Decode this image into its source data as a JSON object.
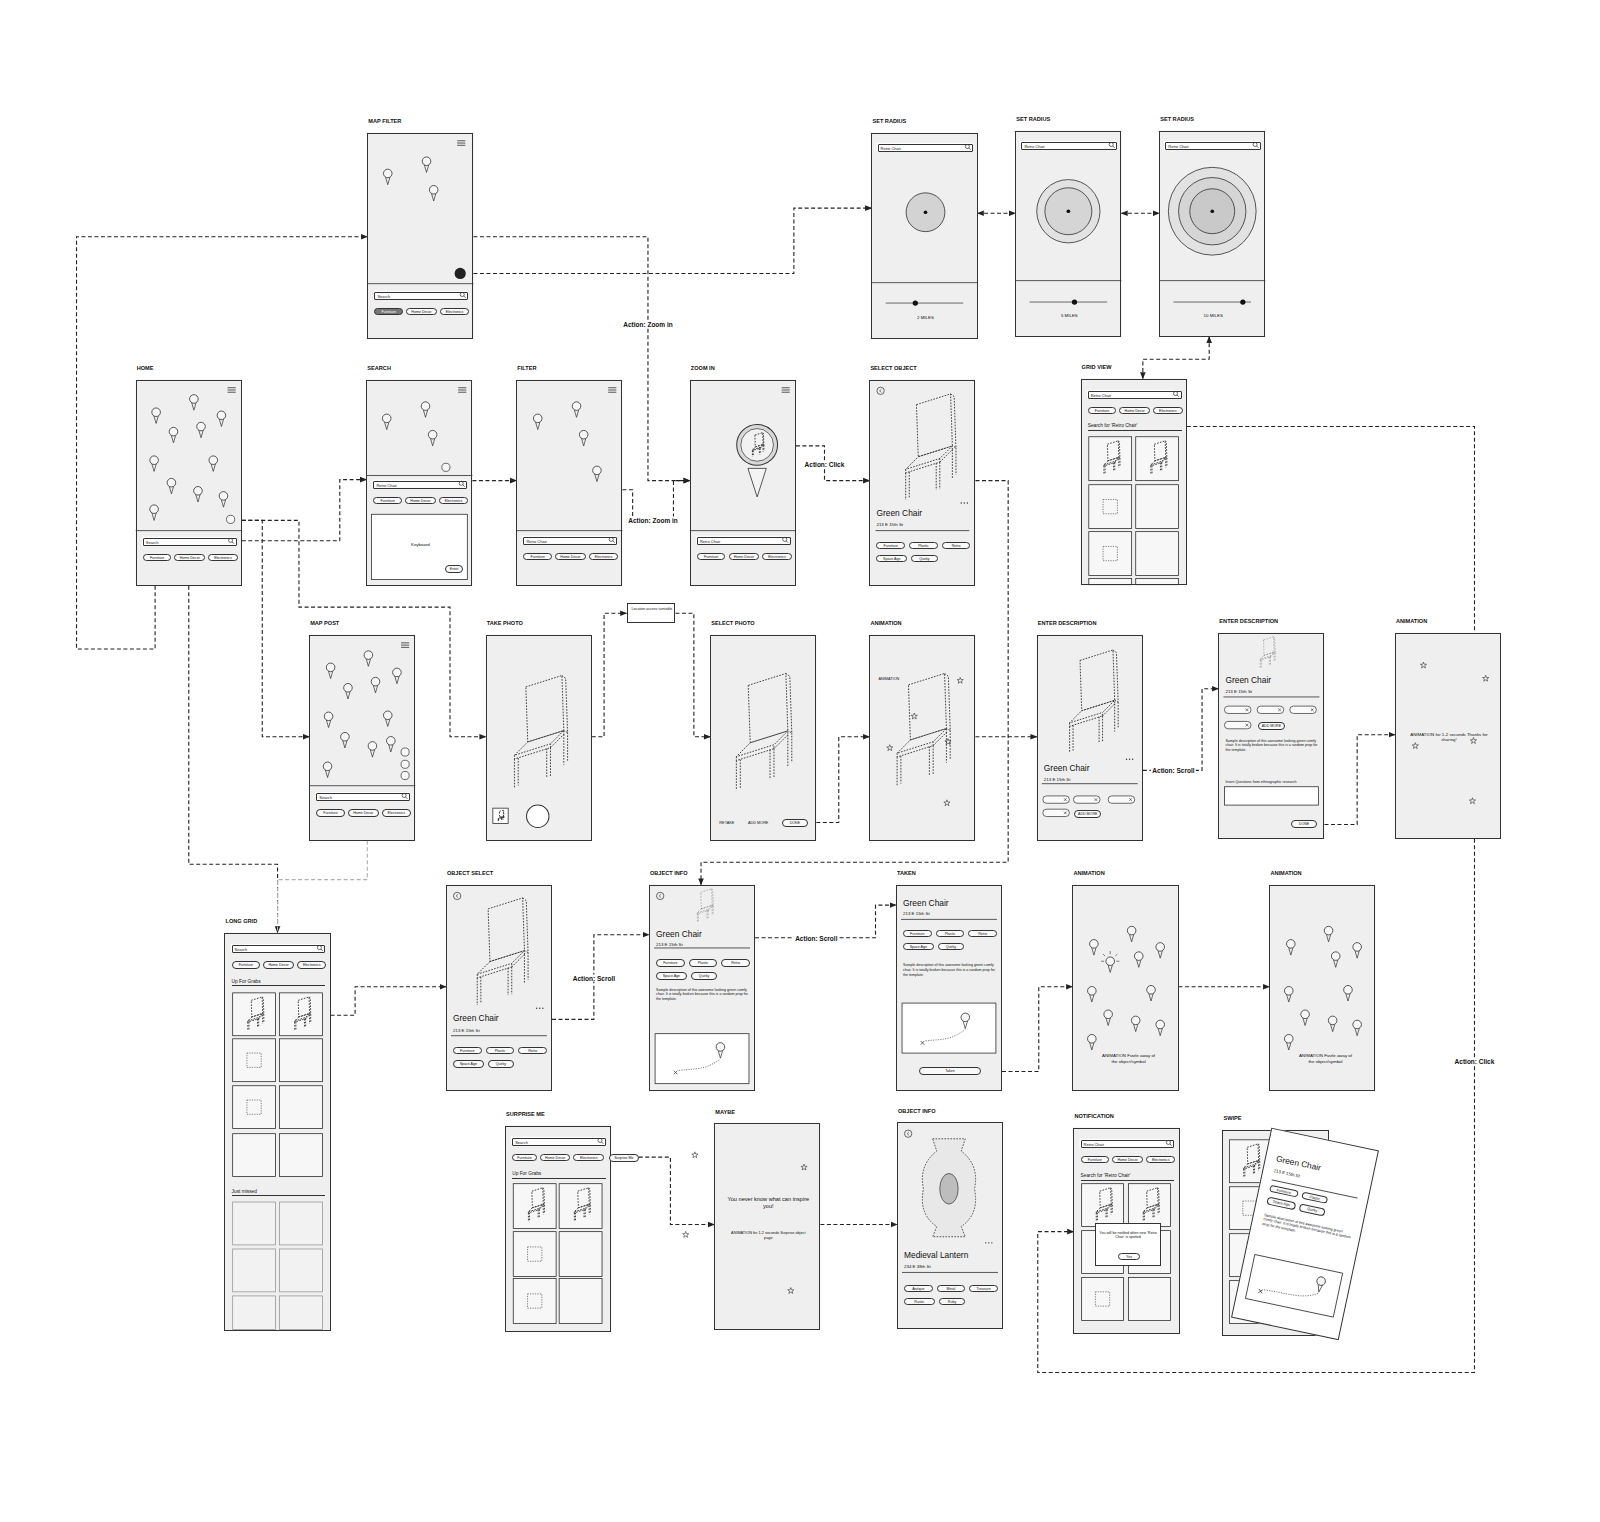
{
  "diagram": {
    "nodes": [
      {
        "text": [
          "MAP FILTER",
          "Search",
          "Furniture",
          "Home Decor",
          "Electronics"
        ]
      },
      {
        "text": [
          "SET RADIUS",
          "Retro Chair",
          "2 MILES"
        ]
      },
      {
        "text": [
          "SET RADIUS",
          "Retro Chair",
          "5 MILES"
        ]
      },
      {
        "text": [
          "SET RADIUS",
          "Retro Chair",
          "10 MILES"
        ]
      },
      {
        "text": [
          "HOME",
          "Search",
          "Furniture",
          "Home Decor",
          "Electronics"
        ]
      },
      {
        "text": [
          "SEARCH",
          "Retro Chair",
          "Furniture",
          "Home Decor",
          "Electronics",
          "Keyboard",
          "Enter"
        ]
      },
      {
        "text": [
          "FILTER",
          "Retro Chair",
          "Furniture",
          "Home Decor",
          "Electronics"
        ]
      },
      {
        "text": [
          "ZOOM IN",
          "Retro Chair",
          "Furniture",
          "Home Decor",
          "Electronics"
        ]
      },
      {
        "text": [
          "SELECT OBJECT",
          "Green Chair",
          "213 E 15th St",
          "Furniture",
          "Plastic",
          "Retro",
          "Space Age",
          "Quirky"
        ]
      },
      {
        "text": [
          "GRID VIEW",
          "Retro Chair",
          "Furniture",
          "Home Decor",
          "Electronics",
          "Search for 'Retro Chair'"
        ]
      },
      {
        "text": [
          "MAP POST",
          "Search",
          "Furniture",
          "Home Decor",
          "Electronics"
        ]
      },
      {
        "text": [
          "TAKE PHOTO"
        ]
      },
      {
        "text": [
          "Location access turntable"
        ]
      },
      {
        "text": [
          "SELECT PHOTO",
          "RETAKE",
          "ADD MORE",
          "DONE"
        ]
      },
      {
        "text": [
          "ANIMATION",
          "ANIMATION"
        ]
      },
      {
        "text": [
          "ENTER DESCRIPTION",
          "Green Chair",
          "213 E 15th St",
          "ADD MORE"
        ]
      },
      {
        "text": [
          "ENTER DESCRIPTION",
          "Green Chair",
          "213 E 15th St",
          "ADD MORE",
          "Sample description of this awesome looking green comfy chair. It is totally broken because this is a random prop for the template.",
          "Insert Questions from ethnographic research",
          "DONE"
        ]
      },
      {
        "text": [
          "ANIMATION",
          "ANIMATION for 1-2 seconds Thanks for sharing!"
        ]
      },
      {
        "text": [
          "LONG GRID",
          "Search",
          "Furniture",
          "Home Decor",
          "Electronics",
          "Up For Grabs",
          "Just missed"
        ]
      },
      {
        "text": [
          "OBJECT SELECT",
          "Green Chair",
          "213 E 15th St",
          "Furniture",
          "Plastic",
          "Retro",
          "Space Age",
          "Quirky"
        ]
      },
      {
        "text": [
          "OBJECT INFO",
          "Green Chair",
          "213 E 15th St",
          "Furniture",
          "Plastic",
          "Retro",
          "Space Age",
          "Quirky",
          "Sample description of this awesome looking green comfy chair. It is totally broken because this is a random prop for the template."
        ]
      },
      {
        "text": [
          "TAKEN",
          "Green Chair",
          "213 E 15th St",
          "Furniture",
          "Plastic",
          "Retro",
          "Space Age",
          "Quirky",
          "Sample description of this awesome looking green comfy chair. It is totally broken because this is a random prop for the template.",
          "Taken"
        ]
      },
      {
        "text": [
          "ANIMATION",
          "ANIMATION Fizzle away of the object/symbol"
        ]
      },
      {
        "text": [
          "ANIMATION",
          "ANIMATION Fizzle away of the object/symbol"
        ]
      },
      {
        "text": [
          "SURPRISE ME",
          "Search",
          "Furniture",
          "Home Decor",
          "Electronics",
          "Up For Grabs"
        ]
      },
      {
        "text": [
          "Surprise Me"
        ],
        "in": 24
      },
      {
        "text": [
          "MAYBE",
          "You never know what can inspire you!",
          "ANIMATION for 1-2 seconds Surprise object page"
        ]
      },
      {
        "text": [
          "OBJECT INFO",
          "Medieval Lantern",
          "234 E 38th St",
          "Antique",
          "Metal",
          "Treasure",
          "Rustic",
          "Ruby"
        ]
      },
      {
        "text": [
          "NOTIFICATION",
          "Retro Chair",
          "Furniture",
          "Home Decor",
          "Electronics",
          "Search for 'Retro Chair'"
        ]
      },
      {
        "text": [
          "You will be notified when new 'Retro Chair' is spotted",
          "Yes"
        ],
        "in": 28
      },
      {
        "text": [
          "SWIPE"
        ]
      },
      {
        "text": [
          "Green Chair",
          "213 E 15th St",
          "Furniture",
          "Plastic",
          "Space Age",
          "Quirky",
          "Sample description of this awesome looking green comfy chair. It is totally broken because this is a random prop for the template."
        ],
        "in": 30
      }
    ],
    "edges": [
      {
        "from": 4,
        "to": 0,
        "arrow": "to"
      },
      {
        "from": 4,
        "to": 5,
        "arrow": "to"
      },
      {
        "from": 4,
        "to": 10,
        "arrow": "to"
      },
      {
        "from": 4,
        "to": 11,
        "arrow": "to"
      },
      {
        "from": 4,
        "to": 18,
        "arrow": "to"
      },
      {
        "from": 0,
        "to": 1,
        "arrow": "to"
      },
      {
        "from": 0,
        "to": 7,
        "label": "Action: Zoom in",
        "arrow": "to"
      },
      {
        "from": 1,
        "to": 2,
        "arrow": "both"
      },
      {
        "from": 2,
        "to": 3,
        "arrow": "both"
      },
      {
        "from": 3,
        "to": 9,
        "arrow": "both"
      },
      {
        "from": 5,
        "to": 6,
        "arrow": "to"
      },
      {
        "from": 6,
        "to": 7,
        "label": "Action: Zoom in",
        "arrow": "to"
      },
      {
        "from": 7,
        "to": 8,
        "label": "Action: Click",
        "arrow": "to"
      },
      {
        "from": 8,
        "to": 20,
        "arrow": "to"
      },
      {
        "from": 11,
        "to": 12,
        "arrow": "to"
      },
      {
        "from": 12,
        "to": 13,
        "arrow": "to"
      },
      {
        "from": 13,
        "to": 14,
        "arrow": "to"
      },
      {
        "from": 14,
        "to": 15,
        "arrow": "to"
      },
      {
        "from": 15,
        "to": 16,
        "label": "Action: Scroll",
        "arrow": "to"
      },
      {
        "from": 16,
        "to": 17,
        "arrow": "to"
      },
      {
        "from": 9,
        "to": 17,
        "arrow": "none"
      },
      {
        "from": 17,
        "to": 28,
        "label": "Action: Click",
        "arrow": "to"
      },
      {
        "from": 18,
        "to": 19,
        "arrow": "to"
      },
      {
        "from": 19,
        "to": 20,
        "label": "Action: Scroll",
        "arrow": "to"
      },
      {
        "from": 20,
        "to": 21,
        "label": "Action: Scroll",
        "arrow": "to"
      },
      {
        "from": 21,
        "to": 22,
        "arrow": "to"
      },
      {
        "from": 22,
        "to": 23,
        "arrow": "to"
      },
      {
        "from": 25,
        "to": 26,
        "arrow": "to"
      },
      {
        "from": 26,
        "to": 27,
        "arrow": "to"
      },
      {
        "from": 10,
        "to": 18,
        "arrow": "none"
      }
    ]
  }
}
